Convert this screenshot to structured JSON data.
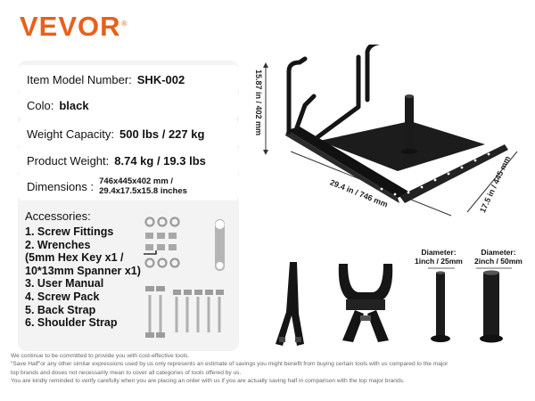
{
  "brand": {
    "name": "VEVOR",
    "reg_mark": "®",
    "color": "#e8601c"
  },
  "specs": [
    {
      "label": "Item Model Number:",
      "value": "SHK-002"
    },
    {
      "label": "Colo:",
      "value": "black"
    },
    {
      "label": "Weight Capacity:",
      "value": "500 lbs / 227 kg"
    },
    {
      "label": "Product Weight:",
      "value": "8.74 kg / 19.3 lbs"
    },
    {
      "label": "Dimensions :",
      "value_line1": "746x445x402 mm /",
      "value_line2": "29.4x17.5x15.8 inches"
    }
  ],
  "accessories": {
    "title": "Accessories:",
    "items": [
      "1. Screw Fittings",
      "2. Wrenches",
      "(5mm Hex Key x1 /",
      "10*13mm Spanner x1)",
      "3. User Manual",
      "4. Screw Pack",
      "5. Back Strap",
      "6. Shoulder Strap"
    ]
  },
  "dimensions": {
    "height": "15.87  in / 402 mm",
    "length": "29.4  in / 746 mm",
    "width": "17.5  in / 445 mm"
  },
  "posts": [
    {
      "label_line1": "Diameter:",
      "label_line2": "1inch / 25mm"
    },
    {
      "label_line1": "Diameter:",
      "label_line2": "2inch / 50mm"
    }
  ],
  "disclaimer": [
    "We continue to be committed to provide you with cost-effective tools.",
    "\"Save Half\"or any other similar expressions used by us only represents an estimate of savings you might benefit from buying certain tools with us compared to the major",
    "top brands and doses not necessarily mean to cover all categories of tools offered by us.",
    "You are kindly reminded to verify carefully when you are placing an order with us if you are actually saving half in comparison with the top major brands."
  ]
}
